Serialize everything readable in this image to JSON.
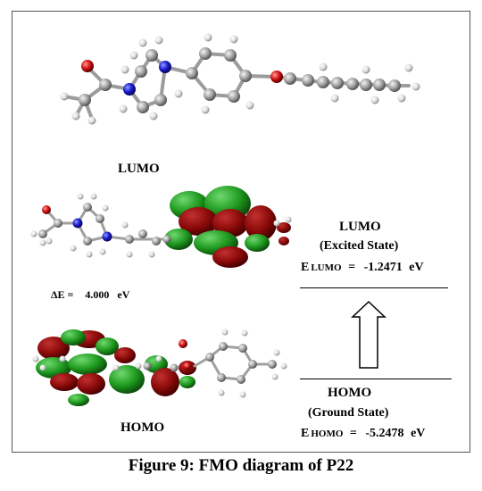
{
  "labels": {
    "lumo_top": "LUMO",
    "delta_e_label": "ΔE =",
    "delta_e_value": "4.000",
    "delta_e_unit": "eV",
    "homo_left": "HOMO"
  },
  "energy_levels": {
    "lumo": {
      "name": "LUMO",
      "state": "(Excited State)",
      "e_symbol": "E",
      "e_subscript": "LUMO",
      "equals": "=",
      "value": "-1.2471",
      "unit": "eV"
    },
    "homo": {
      "name": "HOMO",
      "state": "(Ground State)",
      "e_symbol": "E",
      "e_subscript": "HOMO",
      "equals": "=",
      "value": "-5.2478",
      "unit": "eV"
    }
  },
  "caption": "Figure 9: FMO diagram of P22",
  "colors": {
    "orbital_red": "#8b0a0a",
    "orbital_green": "#1f9a1f",
    "carbon": "#9a9a9a",
    "nitrogen": "#1515c8",
    "oxygen": "#cc1111",
    "hydrogen": "#e8e8e8"
  }
}
